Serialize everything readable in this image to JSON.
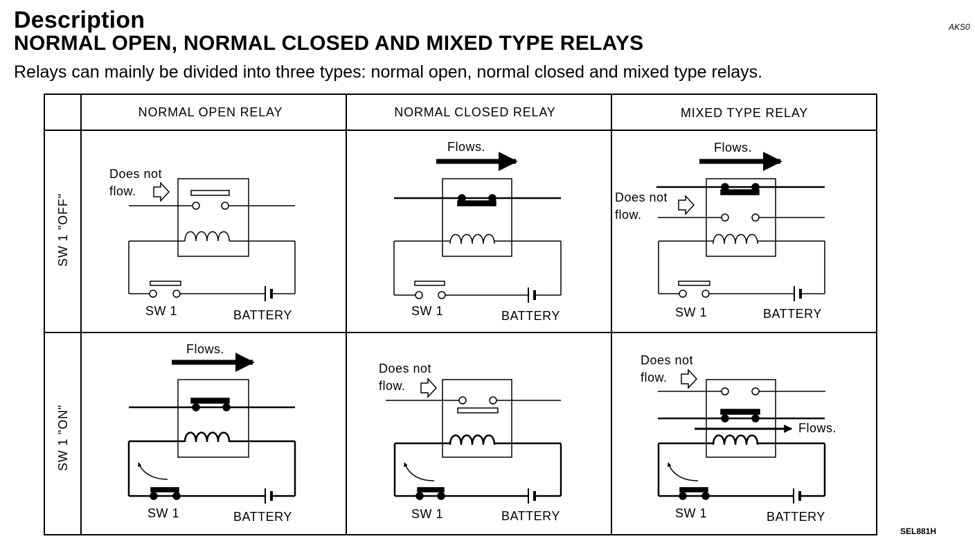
{
  "header": {
    "title": "Description",
    "subtitle": "NORMAL OPEN, NORMAL CLOSED AND MIXED TYPE RELAYS",
    "intro": "Relays can mainly be divided into three types: normal open, normal closed and mixed type relays.",
    "code_top": "AKS0",
    "code_bottom": "SEL881H"
  },
  "table": {
    "columns": [
      "NORMAL OPEN RELAY",
      "NORMAL CLOSED RELAY",
      "MIXED TYPE RELAY"
    ],
    "rows": [
      "SW 1 \"OFF\"",
      "SW 1 \"ON\""
    ]
  },
  "labels": {
    "flows": "Flows.",
    "does_not": "Does not",
    "flow": "flow.",
    "sw1": "SW 1",
    "battery": "BATTERY"
  }
}
